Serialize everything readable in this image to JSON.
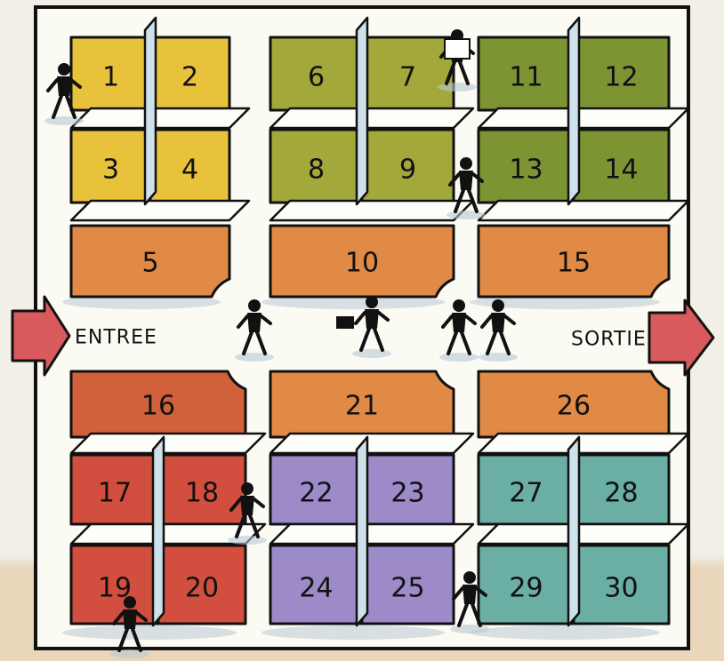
{
  "labels": {
    "entrance": "ENTREE",
    "exit": "SORTIE"
  },
  "colors": {
    "page": "#f2efe6",
    "aisle": "#fbfaf3",
    "shadow": "#b9c8d4",
    "arrow": "#d95a5c",
    "yellow": "#e8c23a",
    "olive": "#a3a83a",
    "dark_green": "#7d9433",
    "orange": "#e08a45",
    "dark_orange": "#d0613a",
    "red": "#d24e3f",
    "purple": "#9d8ac8",
    "teal": "#6aaea4"
  },
  "compartments": [
    {
      "number": "1",
      "color": "yellow"
    },
    {
      "number": "2",
      "color": "yellow"
    },
    {
      "number": "3",
      "color": "yellow"
    },
    {
      "number": "4",
      "color": "yellow"
    },
    {
      "number": "5",
      "color": "orange"
    },
    {
      "number": "6",
      "color": "olive"
    },
    {
      "number": "7",
      "color": "olive"
    },
    {
      "number": "8",
      "color": "olive"
    },
    {
      "number": "9",
      "color": "olive"
    },
    {
      "number": "10",
      "color": "orange"
    },
    {
      "number": "11",
      "color": "dark_green"
    },
    {
      "number": "12",
      "color": "dark_green"
    },
    {
      "number": "13",
      "color": "dark_green"
    },
    {
      "number": "14",
      "color": "dark_green"
    },
    {
      "number": "15",
      "color": "orange"
    },
    {
      "number": "16",
      "color": "dark_orange"
    },
    {
      "number": "17",
      "color": "red"
    },
    {
      "number": "18",
      "color": "red"
    },
    {
      "number": "19",
      "color": "red"
    },
    {
      "number": "20",
      "color": "red"
    },
    {
      "number": "21",
      "color": "orange"
    },
    {
      "number": "22",
      "color": "purple"
    },
    {
      "number": "23",
      "color": "purple"
    },
    {
      "number": "24",
      "color": "purple"
    },
    {
      "number": "25",
      "color": "purple"
    },
    {
      "number": "26",
      "color": "orange"
    },
    {
      "number": "27",
      "color": "teal"
    },
    {
      "number": "28",
      "color": "teal"
    },
    {
      "number": "29",
      "color": "teal"
    },
    {
      "number": "30",
      "color": "teal"
    }
  ],
  "figures": [
    {
      "icon": "person-climbing-icon"
    },
    {
      "icon": "person-reading-icon"
    },
    {
      "icon": "person-climbing-icon"
    },
    {
      "icon": "person-walking-icon"
    },
    {
      "icon": "person-with-suitcase-icon"
    },
    {
      "icon": "person-standing-icon"
    },
    {
      "icon": "person-standing-icon"
    },
    {
      "icon": "person-climbing-icon"
    },
    {
      "icon": "person-climbing-icon"
    },
    {
      "icon": "person-climbing-icon"
    }
  ]
}
